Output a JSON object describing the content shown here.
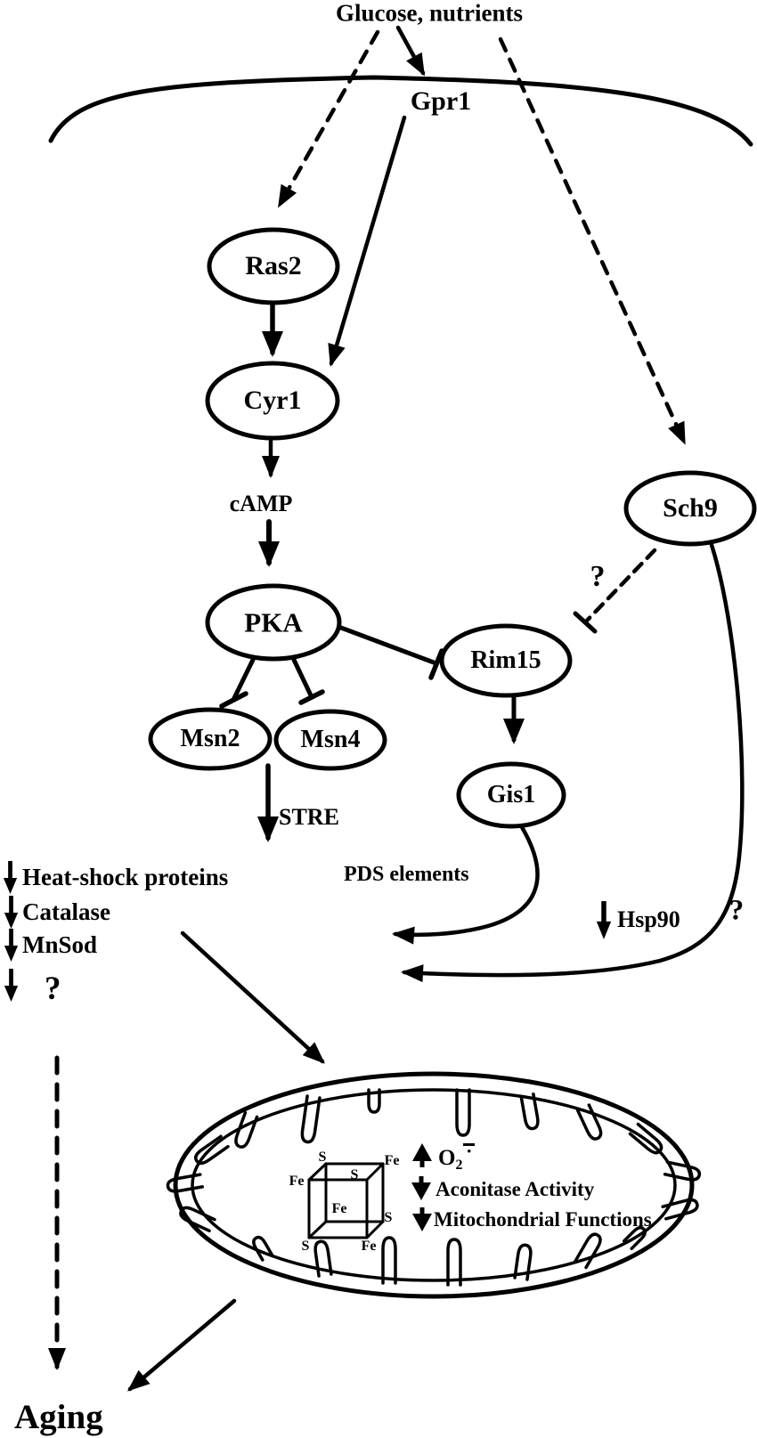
{
  "title": "Glucose, nutrients",
  "receptor": "Gpr1",
  "metabolite": "cAMP",
  "nodes": {
    "ras2": "Ras2",
    "cyr1": "Cyr1",
    "pka": "PKA",
    "msn2": "Msn2",
    "msn4": "Msn4",
    "rim15": "Rim15",
    "gis1": "Gis1",
    "sch9": "Sch9"
  },
  "elements": {
    "stre": "STRE",
    "pds": "PDS elements"
  },
  "questions": {
    "sch9_rim15": "?",
    "unknown_gene": "?",
    "sch9_pathway": "?"
  },
  "downregulated": [
    "Heat-shock proteins",
    "Catalase",
    "MnSod"
  ],
  "hsp90": "Hsp90",
  "mito": {
    "superoxide": {
      "base": "O",
      "sub": "2",
      "radical": "•"
    },
    "effects": [
      "Aconitase Activity",
      "Mitochondrial Functions"
    ],
    "cube": [
      "S",
      "Fe",
      "Fe",
      "S",
      "Fe",
      "S",
      "S",
      "Fe"
    ]
  },
  "outcome": "Aging",
  "colors": {
    "ink": "#000000",
    "paper": "#ffffff"
  }
}
